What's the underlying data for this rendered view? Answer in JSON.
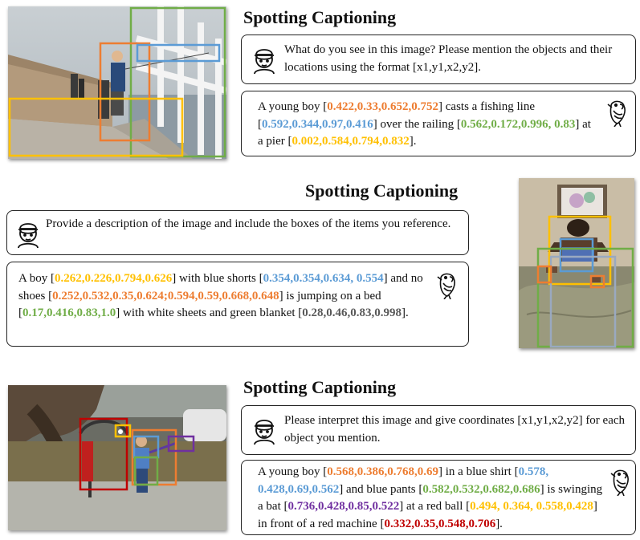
{
  "colors": {
    "orange": "#ED7D31",
    "blue": "#5B9BD5",
    "green": "#70AD47",
    "yellow": "#FFC000",
    "gray": "#595959",
    "purple": "#7030A0",
    "red": "#C00000"
  },
  "icons": {
    "user": "user-icon",
    "assistant": "parrot-icon"
  },
  "panels": [
    {
      "title": "Spotting Captioning",
      "question": "What do you see in this image? Please mention the objects and their locations using the  format [x1,y1,x2,y2].",
      "answer": [
        {
          "t": "A young boy "
        },
        {
          "t": "[",
          "plain": true
        },
        {
          "t": "0.422,0.33,0.652,0.752",
          "c": "orange"
        },
        {
          "t": "] casts a fishing line "
        },
        {
          "t": "["
        },
        {
          "t": "0.592,0.344,0.97,0.416",
          "c": "blue"
        },
        {
          "t": "] over the railing "
        },
        {
          "t": "["
        },
        {
          "t": "0.562,0.172,0.996, 0.83",
          "c": "green"
        },
        {
          "t": "] at a pier "
        },
        {
          "t": "["
        },
        {
          "t": "0.002,0.584,0.794,0.832",
          "c": "yellow"
        },
        {
          "t": "]."
        }
      ]
    },
    {
      "title": "Spotting Captioning",
      "question": "Provide a description of the image and include the boxes of the items you reference.",
      "answer": [
        {
          "t": "A boy ["
        },
        {
          "t": "0.262,0.226,0.794,0.626",
          "c": "yellow"
        },
        {
          "t": "] with blue shorts ["
        },
        {
          "t": "0.354,0.354,0.634, 0.554",
          "c": "blue"
        },
        {
          "t": "] and no shoes ["
        },
        {
          "t": "0.252,0.532,0.35,0.624;0.594,0.59,0.668,0.648",
          "c": "orange"
        },
        {
          "t": "] is jumping on a bed ["
        },
        {
          "t": "0.17,0.416,0.83,1.0",
          "c": "green"
        },
        {
          "t": "] with white sheets and green blanket ["
        },
        {
          "t": "0.28,0.46,0.83,0.998",
          "c": "gray"
        },
        {
          "t": "]."
        }
      ]
    },
    {
      "title": "Spotting Captioning",
      "question": "Please interpret this image and give coordinates [x1,y1,x2,y2] for each object you mention.",
      "answer": [
        {
          "t": "A young boy ["
        },
        {
          "t": "0.568,0.386,0.768,0.69",
          "c": "orange"
        },
        {
          "t": "] in a blue shirt ["
        },
        {
          "t": "0.578, 0.428,0.69,0.562",
          "c": "blue"
        },
        {
          "t": "] and blue pants ["
        },
        {
          "t": "0.582,0.532,0.682,0.686",
          "c": "green"
        },
        {
          "t": "] is swinging a bat ["
        },
        {
          "t": "0.736,0.428,0.85,0.522",
          "c": "purple"
        },
        {
          "t": "] at a red ball ["
        },
        {
          "t": "0.494, 0.364, 0.558,0.428",
          "c": "yellow"
        },
        {
          "t": "] in front of a red machine ["
        },
        {
          "t": "0.332,0.35,0.548,0.706",
          "c": "red"
        },
        {
          "t": "]."
        }
      ]
    }
  ]
}
